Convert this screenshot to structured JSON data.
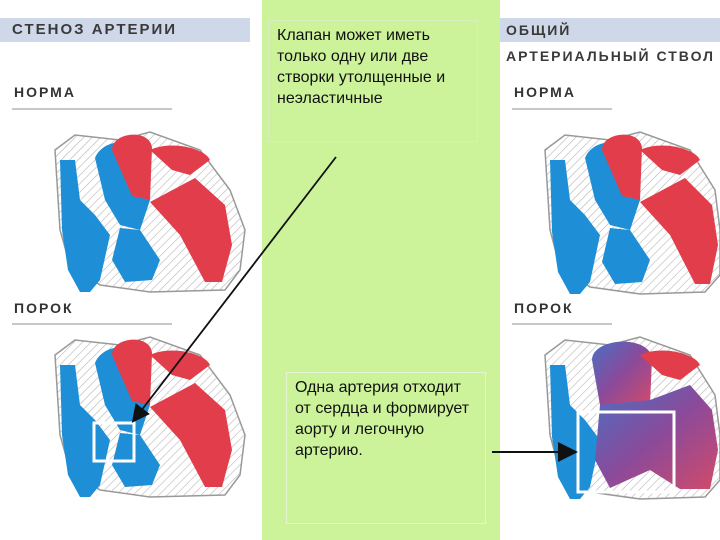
{
  "left_panel": {
    "title": "СТЕНОЗ АРТЕРИИ",
    "normal_label": "НОРМА",
    "defect_label": "ПОРОК"
  },
  "right_panel": {
    "title_line1": "ОБЩИЙ",
    "title_line2": "АРТЕРИАЛЬНЫЙ СТВОЛ",
    "normal_label": "НОРМА",
    "defect_label": "ПОРОК"
  },
  "notes": {
    "valve": "Клапан может иметь только одну или две створки утолщенные и неэластичные",
    "artery": "Одна артерия отходит от сердца и формирует аорту и легочную артерию."
  },
  "colors": {
    "venous_blue": "#1e8fd6",
    "arterial_red": "#e23d4b",
    "mixed_purple": "#6a4fa8",
    "center_bg": "#ccf29a"
  }
}
